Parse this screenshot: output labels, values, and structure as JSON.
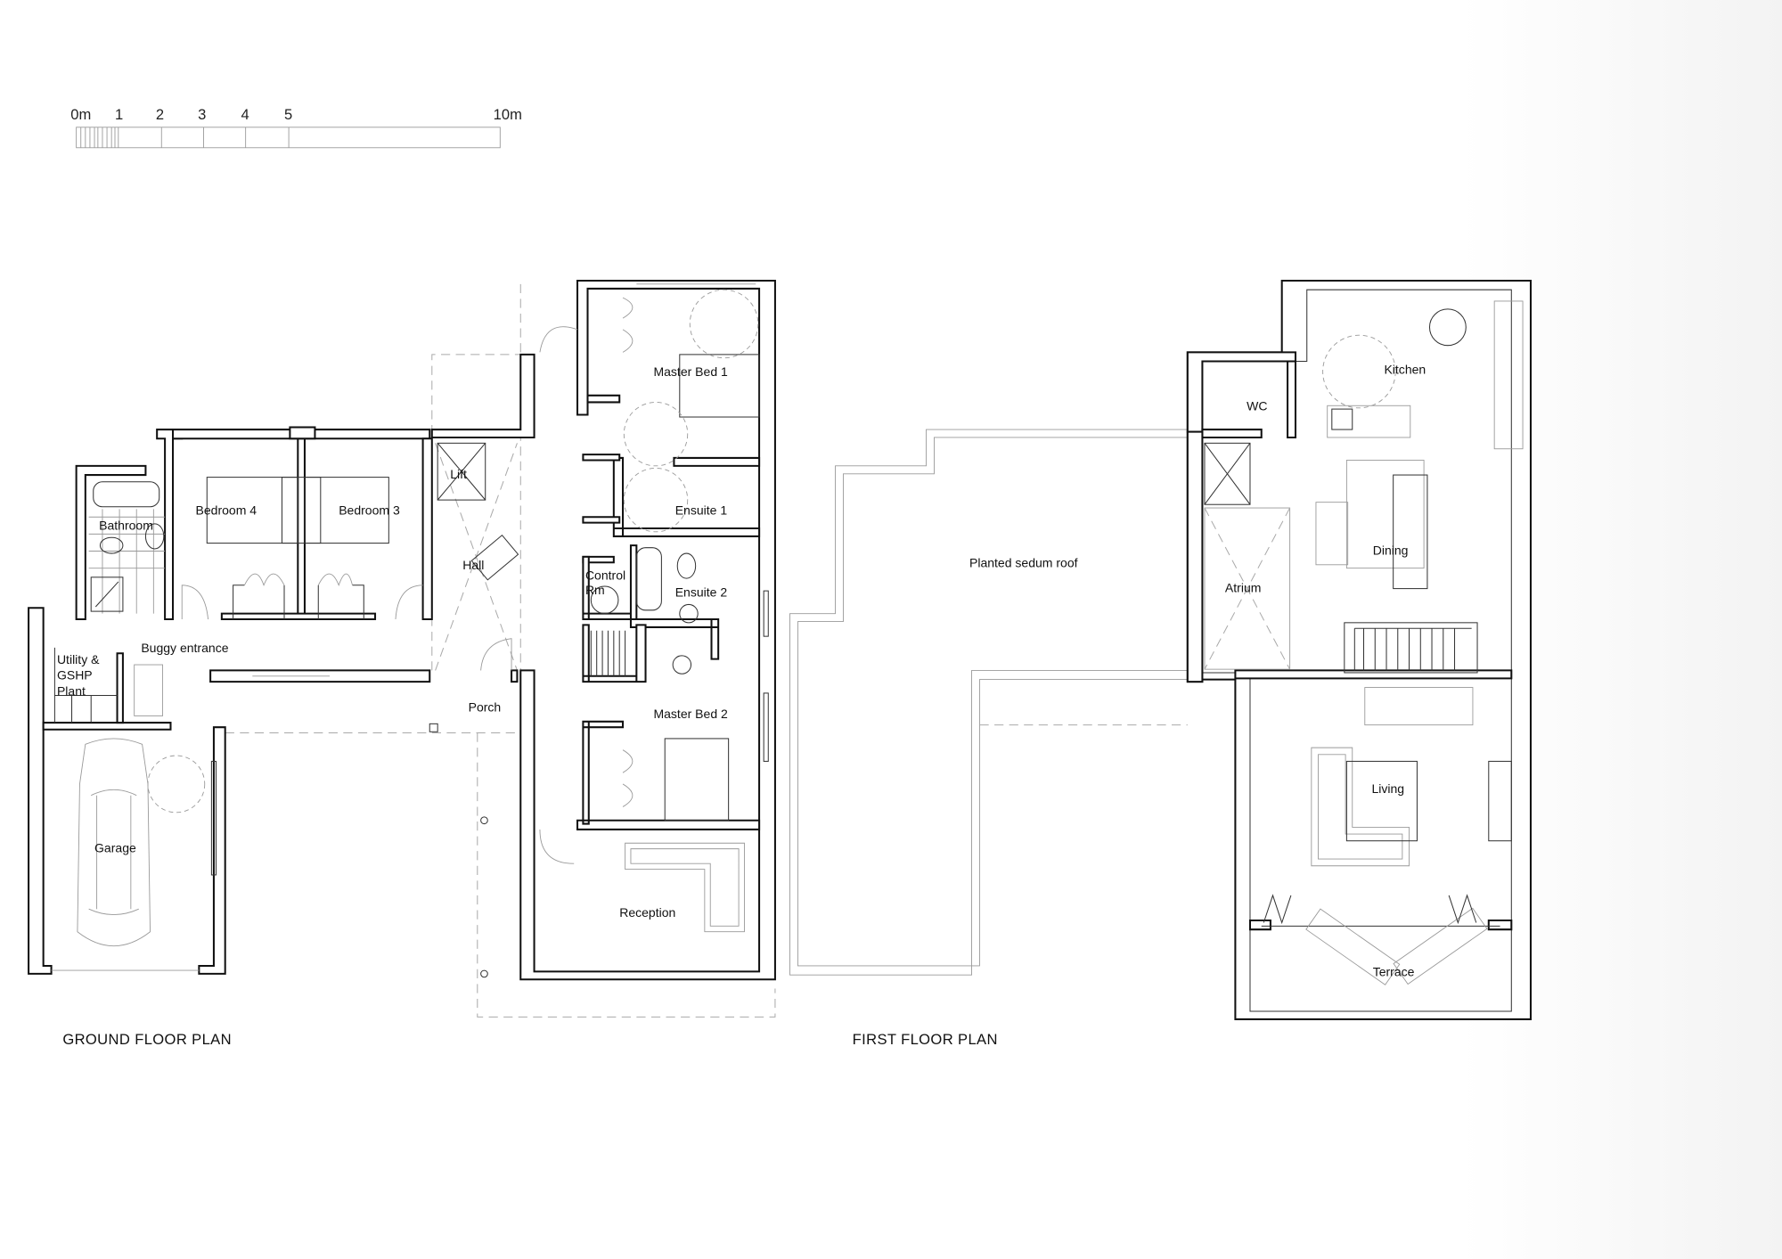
{
  "scale_bar": {
    "labels": [
      "0m",
      "1",
      "2",
      "3",
      "4",
      "5",
      "10m"
    ]
  },
  "ground_floor": {
    "title": "GROUND FLOOR PLAN",
    "rooms": {
      "bathroom": "Bathroom",
      "bedroom4": "Bedroom 4",
      "bedroom3": "Bedroom 3",
      "lift": "Lift",
      "hall": "Hall",
      "utility_1": "Utility &",
      "utility_2": "GSHP",
      "utility_3": "Plant",
      "buggy": "Buggy entrance",
      "porch": "Porch",
      "garage": "Garage",
      "master_bed1": "Master Bed 1",
      "ensuite1": "Ensuite 1",
      "control_1": "Control",
      "control_2": "Rm",
      "ensuite2": "Ensuite 2",
      "master_bed2": "Master Bed 2",
      "reception": "Reception"
    }
  },
  "first_floor": {
    "title": "FIRST FLOOR PLAN",
    "rooms": {
      "kitchen": "Kitchen",
      "wc": "WC",
      "dining": "Dining",
      "atrium": "Atrium",
      "sedum": "Planted sedum roof",
      "living": "Living",
      "terrace": "Terrace"
    }
  }
}
